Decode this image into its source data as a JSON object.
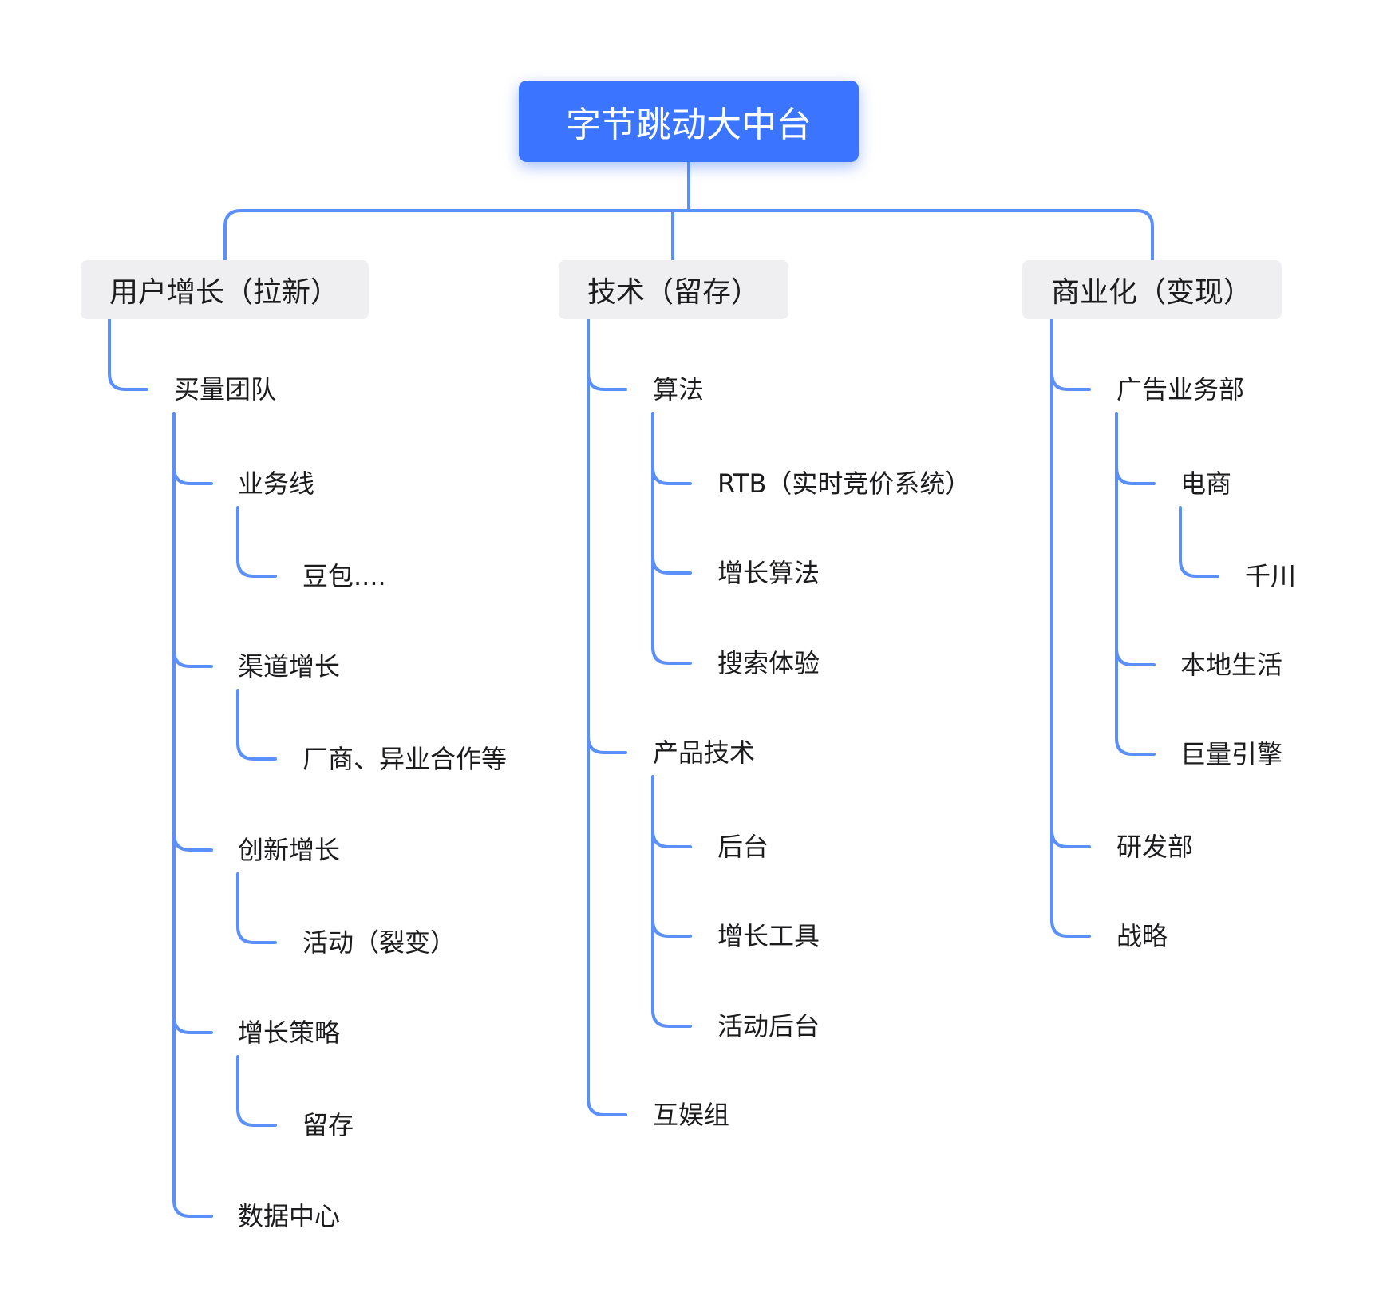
{
  "root": {
    "title": "字节跳动大中台"
  },
  "branches": [
    {
      "label": "用户增长（拉新）",
      "teams": [
        {
          "label": "买量团队",
          "units": [
            {
              "label": "业务线",
              "items": [
                "豆包...."
              ]
            },
            {
              "label": "渠道增长",
              "items": [
                "厂商、异业合作等"
              ]
            },
            {
              "label": "创新增长",
              "items": [
                "活动（裂变）"
              ]
            },
            {
              "label": "增长策略",
              "items": [
                "留存"
              ]
            },
            {
              "label": "数据中心",
              "items": []
            }
          ]
        }
      ]
    },
    {
      "label": "技术（留存）",
      "teams": [
        {
          "label": "算法",
          "units": [
            {
              "label": "RTB（实时竞价系统）"
            },
            {
              "label": "增长算法"
            },
            {
              "label": "搜索体验"
            }
          ]
        },
        {
          "label": "产品技术",
          "units": [
            {
              "label": "后台"
            },
            {
              "label": "增长工具"
            },
            {
              "label": "活动后台"
            }
          ]
        },
        {
          "label": "互娱组",
          "units": []
        }
      ]
    },
    {
      "label": "商业化（变现）",
      "teams": [
        {
          "label": "广告业务部",
          "units": [
            {
              "label": "电商",
              "items": [
                "千川"
              ]
            },
            {
              "label": "本地生活",
              "items": []
            },
            {
              "label": "巨量引擎",
              "items": []
            }
          ]
        },
        {
          "label": "研发部",
          "units": []
        },
        {
          "label": "战略",
          "units": []
        }
      ]
    }
  ],
  "colors": {
    "root_fill": "#3b74ff",
    "connector": "#5b8ff9",
    "branch_fill": "#efeff1",
    "text": "#1c1c1e"
  }
}
